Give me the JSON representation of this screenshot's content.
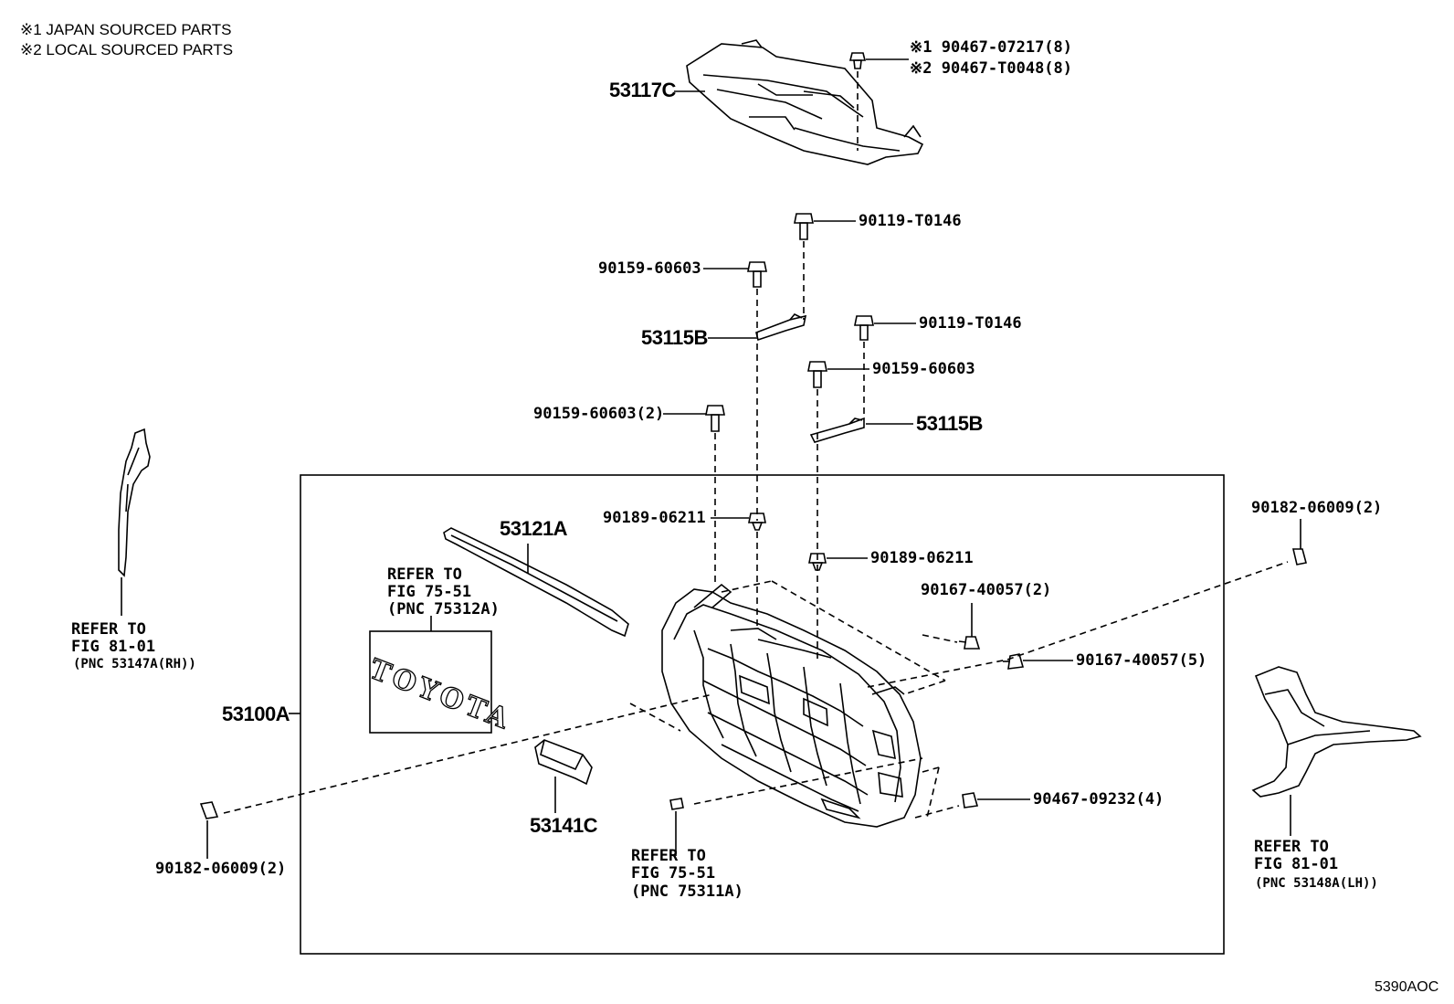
{
  "legend": {
    "line1": "※1 JAPAN SOURCED PARTS",
    "line2": "※2 LOCAL SOURCED PARTS"
  },
  "parts": {
    "p53117C": "53117C",
    "p90467_07217": "※1 90467-07217(8)",
    "p90467_T0048": "※2 90467-T0048(8)",
    "p90119_T0146_a": "90119-T0146",
    "p90159_60603_a": "90159-60603",
    "p53115B_a": "53115B",
    "p90119_T0146_b": "90119-T0146",
    "p90159_60603_b": "90159-60603",
    "p53115B_b": "53115B",
    "p90159_60603_2": "90159-60603(2)",
    "p90189_06211_a": "90189-06211",
    "p90189_06211_b": "90189-06211",
    "p53121A": "53121A",
    "p90182_06009_right": "90182-06009(2)",
    "p90167_40057_2": "90167-40057(2)",
    "p90167_40057_5": "90167-40057(5)",
    "p53100A": "53100A",
    "p53141C": "53141C",
    "p90467_09232": "90467-09232(4)",
    "p90182_06009_left": "90182-06009(2)"
  },
  "refs": {
    "rh": {
      "l1": "REFER TO",
      "l2": "FIG 81-01",
      "l3": "(PNC 53147A(RH))"
    },
    "emblem": {
      "l1": "REFER TO",
      "l2": "FIG 75-51",
      "l3": "(PNC 75312A)"
    },
    "lower": {
      "l1": "REFER TO",
      "l2": "FIG 75-51",
      "l3": "(PNC 75311A)"
    },
    "lh": {
      "l1": "REFER TO",
      "l2": "FIG 81-01",
      "l3": "(PNC 53148A(LH))"
    }
  },
  "emblem_text": "TOYOTA",
  "diagram_code": "5390AOC"
}
